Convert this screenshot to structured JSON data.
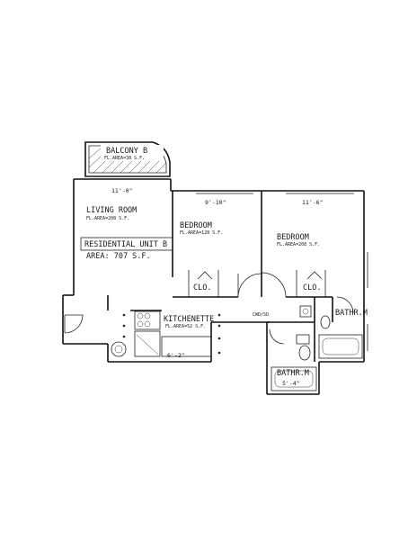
{
  "plan": {
    "balcony_label": "BALCONY B",
    "balcony_area": "FL.AREA=38 S.F.",
    "living_dim": "11'-0\"",
    "living_label": "LIVING ROOM",
    "living_area": "FL.AREA=208 S.F.",
    "unit_label": "RESIDENTIAL UNIT B",
    "unit_area": "AREA: 707 S.F.",
    "bedroom1_dim": "9'-10\"",
    "bedroom1_label": "BEDROOM",
    "bedroom1_area": "FL.AREA=128 S.F.",
    "bedroom2_dim": "11'-6\"",
    "bedroom2_label": "BEDROOM",
    "bedroom2_area": "FL.AREA=208 S.F.",
    "closet1_label": "CLO.",
    "closet2_label": "CLO.",
    "washer_dryer_label": "CWD/SD",
    "bath1_label": "BATHR.M",
    "kitchen_label": "KITCHENETTE",
    "kitchen_area": "FL.AREA=52 S.F.",
    "kitchen_dim": "6'-2\"",
    "bath2_label": "BATHR.M",
    "bath2_dim": "5'-4\""
  }
}
